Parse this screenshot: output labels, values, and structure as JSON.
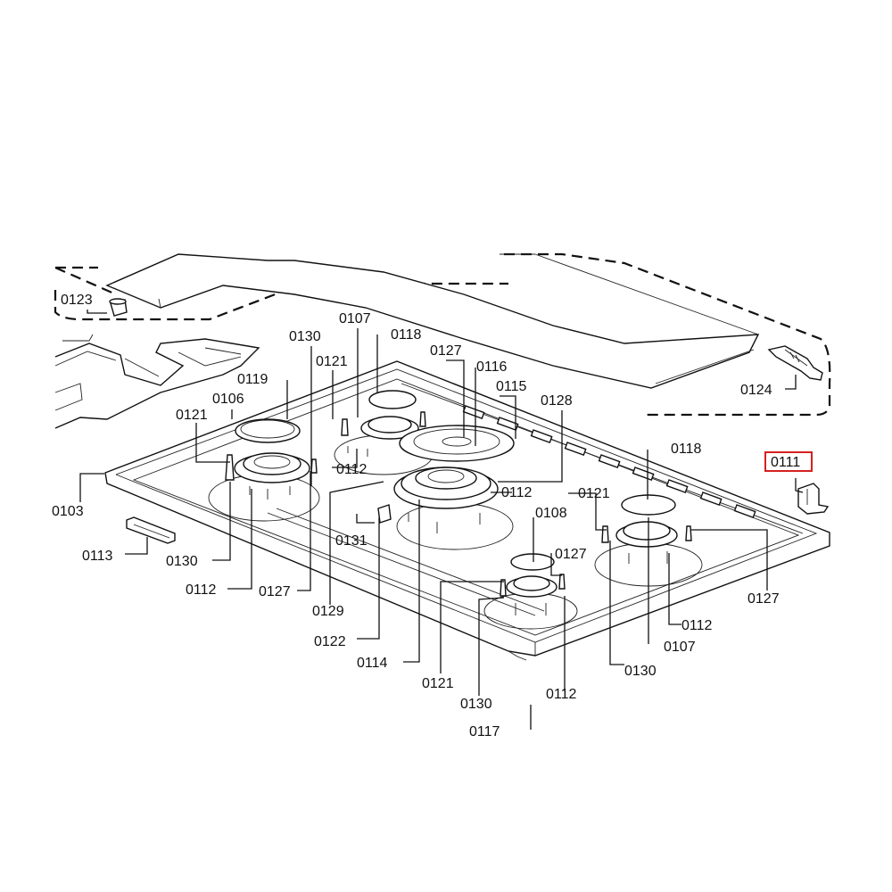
{
  "highlight_color": "#d62020",
  "highlighted_part": "0111",
  "labels": {
    "p0123": "0123",
    "p0124": "0124",
    "p0107a": "0107",
    "p0130a": "0130",
    "p0118a": "0118",
    "p0127a": "0127",
    "p0116": "0116",
    "p0121a": "0121",
    "p0115": "0115",
    "p0128": "0128",
    "p0119": "0119",
    "p0106": "0106",
    "p0121b": "0121",
    "p0118b": "0118",
    "p0111": "0111",
    "p0112a": "0112",
    "p0103": "0103",
    "p0112b": "0112",
    "p0121c": "0121",
    "p0131": "0131",
    "p0108": "0108",
    "p0113": "0113",
    "p0127b": "0127",
    "p0130b": "0130",
    "p0112c": "0112",
    "p0127c": "0127",
    "p0127d": "0127",
    "p0129": "0129",
    "p0112d": "0112",
    "p0122": "0122",
    "p0107b": "0107",
    "p0114": "0114",
    "p0130c": "0130",
    "p0121d": "0121",
    "p0130d": "0130",
    "p0112e": "0112",
    "p0117": "0117"
  }
}
